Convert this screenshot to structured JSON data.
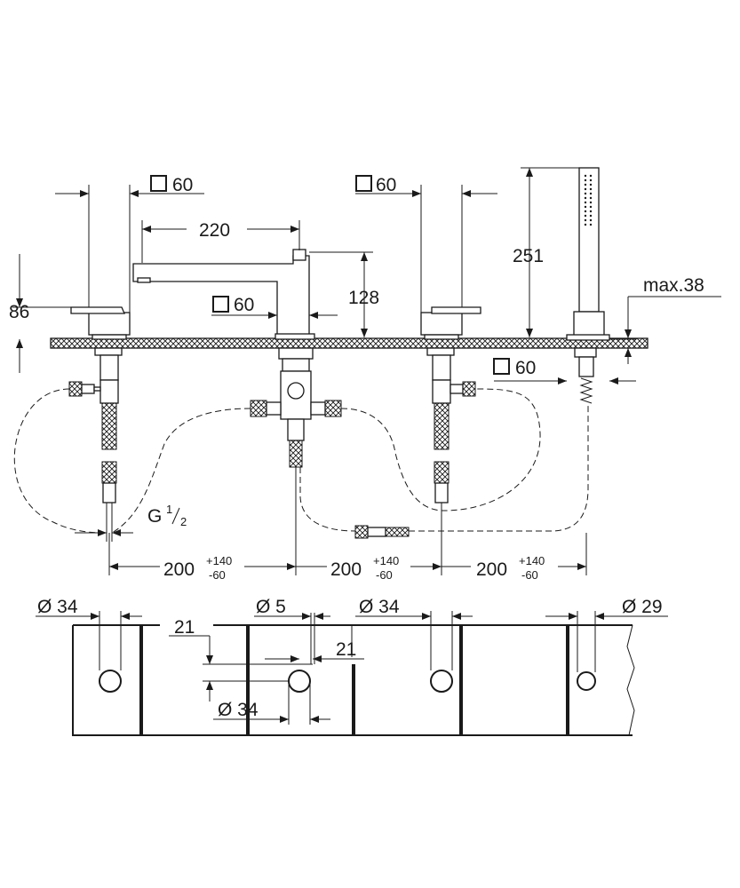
{
  "dimensions": {
    "square_top_left": "60",
    "square_top_right": "60",
    "square_spout": "60",
    "square_handshower": "60",
    "spout_reach": "220",
    "spout_height": "128",
    "lever_height": "86",
    "handshower_height": "251",
    "max_deck": "max.38",
    "thread_g": "G",
    "thread_num": "1",
    "thread_den": "2",
    "spacing_main": "200",
    "spacing_plus": "+140",
    "spacing_minus": "-60",
    "hole_a": "Ø 34",
    "hole_b": "Ø 5",
    "hole_c": "Ø 34",
    "hole_d": "Ø 29",
    "hole_e": "Ø 34",
    "offset_v": "21",
    "offset_h": "21"
  }
}
